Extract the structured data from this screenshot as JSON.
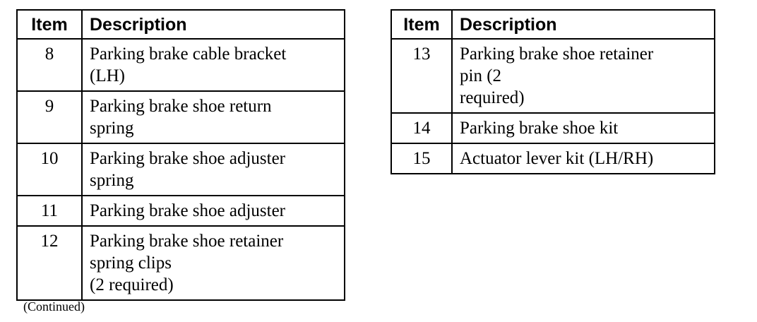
{
  "left_table": {
    "headers": {
      "item": "Item",
      "description": "Description"
    },
    "rows": [
      {
        "item": "8",
        "description": "Parking brake cable bracket\n(LH)"
      },
      {
        "item": "9",
        "description": "Parking brake shoe return\nspring"
      },
      {
        "item": "10",
        "description": "Parking brake shoe adjuster\nspring"
      },
      {
        "item": "11",
        "description": "Parking brake shoe adjuster"
      },
      {
        "item": "12",
        "description": "Parking brake shoe retainer\nspring clips\n(2 required)"
      }
    ]
  },
  "right_table": {
    "headers": {
      "item": "Item",
      "description": "Description"
    },
    "rows": [
      {
        "item": "13",
        "description": "Parking brake shoe retainer\npin (2\nrequired)"
      },
      {
        "item": "14",
        "description": "Parking brake shoe kit"
      },
      {
        "item": "15",
        "description": "Actuator lever kit (LH/RH)"
      }
    ]
  },
  "footer": {
    "note": "(Continued)"
  }
}
